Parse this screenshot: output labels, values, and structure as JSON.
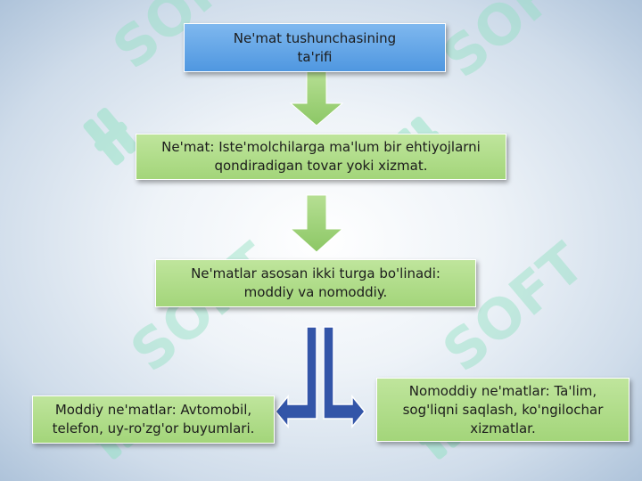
{
  "watermark": {
    "text": "SOFT"
  },
  "diagram": {
    "title": "Ne'mat tushunchasining\nta'rifi",
    "definition": "Ne'mat: Iste'molchilarga ma'lum bir ehtiyojlarni\nqondiradigan tovar yoki xizmat.",
    "division": "Ne'matlar asosan ikki turga bo'linadi:\nmoddiy va nomoddiy.",
    "material": "Moddiy ne'matlar: Avtomobil,\ntelefon, uy-ro'zg'or buyumlari.",
    "nonmaterial": "Nomoddiy ne'matlar: Ta'lim,\nsog'liqni saqlash, ko'ngilochar\nxizmatlar."
  },
  "colors": {
    "title_box": "#5aa0e6",
    "content_box": "#a8d882",
    "down_arrow": "#9fd07a",
    "split_arrow": "#3355a8"
  }
}
